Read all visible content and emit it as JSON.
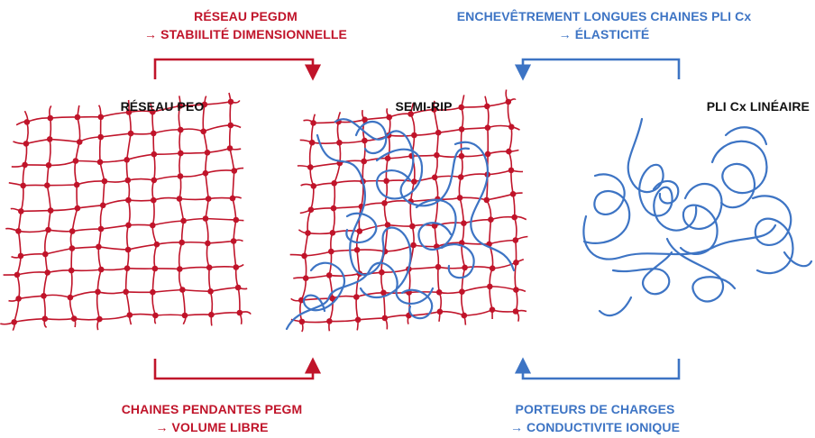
{
  "top_left": {
    "line1": "RÉSEAU PEGDM",
    "line2": "→ STABIILITÉ DIMENSIONNELLE"
  },
  "top_right": {
    "line1": "ENCHEVÊTREMENT LONGUES CHAINES PLI Cx",
    "line2": "→ ÉLASTICITÉ"
  },
  "bottom_left": {
    "line1": "CHAINES PENDANTES PEGM",
    "line2": "→ VOLUME LIBRE"
  },
  "bottom_right": {
    "line1": "PORTEURS DE CHARGES",
    "line2": "→ CONDUCTIVITE IONIQUE"
  },
  "panels": {
    "left": "RÉSEAU PEO",
    "middle": "SEMI-RIP",
    "right": "PLI Cx LINÉAIRE"
  },
  "colors": {
    "network": "#c0142a",
    "polymer": "#3d74c4",
    "label": "#111111"
  }
}
